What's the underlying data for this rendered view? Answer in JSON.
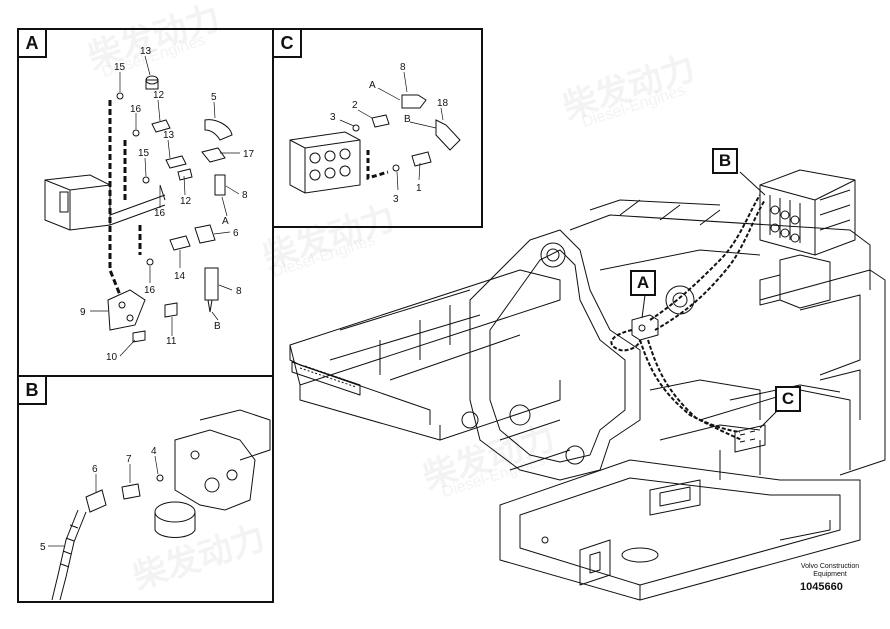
{
  "panels": {
    "a": {
      "letter": "A"
    },
    "b": {
      "letter": "B"
    },
    "c": {
      "letter": "C"
    }
  },
  "callouts": {
    "a": "A",
    "b": "B",
    "c": "C"
  },
  "panel_a_numbers": [
    "13",
    "15",
    "16",
    "12",
    "13",
    "5",
    "15",
    "17",
    "12",
    "16",
    "8",
    "A",
    "6",
    "14",
    "16",
    "8",
    "B",
    "9",
    "11",
    "10"
  ],
  "panel_b_numbers": [
    "6",
    "7",
    "4",
    "5"
  ],
  "panel_c_numbers": [
    "8",
    "A",
    "18",
    "2",
    "B",
    "3",
    "1",
    "3"
  ],
  "footer": {
    "company": "Volvo Construction Equipment",
    "drawing_number": "1045660"
  },
  "watermark": {
    "brand": "柴发动力",
    "sub": "Diesel-Engines"
  },
  "colors": {
    "line": "#111111",
    "background": "#ffffff"
  }
}
